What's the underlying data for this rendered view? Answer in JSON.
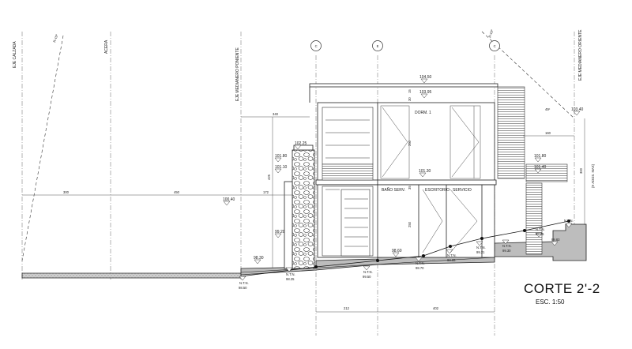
{
  "drawing": {
    "title": "CORTE  2'-2",
    "scale": "ESC. 1:50"
  },
  "axes": {
    "left": [
      "EJE CALZADA",
      "ACERA",
      "EJE MEDIANERO PONIENTE"
    ],
    "right": [
      "EJE MEDIANERO ORIENTE"
    ],
    "bubbles": [
      "C",
      "E",
      "C"
    ],
    "angle_left": "R 45º",
    "angle_right": "R 45º",
    "angle_small": "45º"
  },
  "rooms": {
    "dorm": "DORM. 1",
    "bano": "BAÑO SERV.",
    "escritorio": "ESCRITORIO",
    "servicio": "SERVICIO"
  },
  "levels": {
    "l104_50": "104.50",
    "l103_95": "103.95",
    "l103_40": "103.40",
    "l102_25": "102.25",
    "l101_80a": "101.80",
    "l101_80b": "101.80",
    "l101_40": "101.40",
    "l101_30": "101.30",
    "l101_10": "101.10",
    "l100_40": "100.40",
    "l99_20": "99.20",
    "l98_60": "98.60",
    "l98_30": "98.30",
    "l98_25": "98.25",
    "l98_50": "98.50",
    "l98_70": "98.70",
    "l99_50": "99.50",
    "l99_21": "99.21",
    "l99_30": "99.30",
    "l99_75": "99.75",
    "l99_83": "99.83",
    "l98_65": "98.65"
  },
  "ntn": "N.T.N.",
  "dimensions": {
    "d300": "300",
    "d450": "450",
    "d172": "172",
    "d425": "425",
    "d340": "340",
    "d160": "160",
    "d260": "260",
    "d250": "250",
    "d300v": "300",
    "d212": "212",
    "d402": "402",
    "d15": "15",
    "d30": "30",
    "d35": "35",
    "h_max": "(H ADOS. MAX)"
  }
}
